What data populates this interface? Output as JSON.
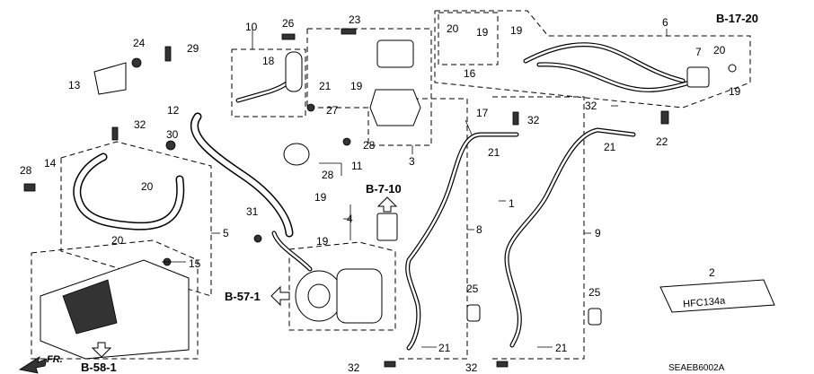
{
  "diagram_code": "SEAEB6002A",
  "label_text": "HFC134a",
  "direction": {
    "label": "FR."
  },
  "references": [
    {
      "id": "ref-b-17-20",
      "text": "B-17-20"
    },
    {
      "id": "ref-b-7-10",
      "text": "B-7-10"
    },
    {
      "id": "ref-b-57-1",
      "text": "B-57-1"
    },
    {
      "id": "ref-b-58-1",
      "text": "B-58-1"
    }
  ],
  "callouts": [
    "1",
    "2",
    "3",
    "4",
    "5",
    "6",
    "7",
    "8",
    "9",
    "10",
    "11",
    "12",
    "13",
    "14",
    "15",
    "16",
    "17",
    "18",
    "19",
    "20",
    "21",
    "22",
    "23",
    "24",
    "25",
    "26",
    "27",
    "28",
    "29",
    "30",
    "31",
    "32"
  ]
}
